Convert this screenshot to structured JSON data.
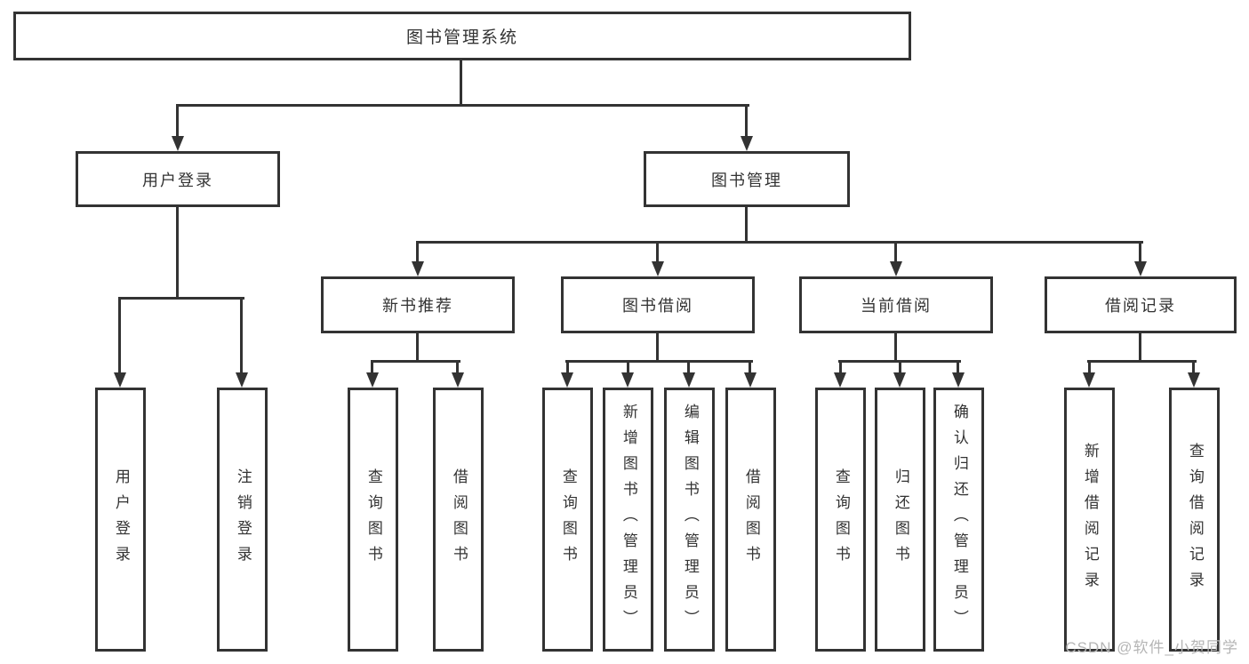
{
  "diagram": {
    "root": {
      "label": "图书管理系统"
    },
    "level2": [
      {
        "label": "用户登录"
      },
      {
        "label": "图书管理"
      }
    ],
    "level3": [
      {
        "label": "新书推荐"
      },
      {
        "label": "图书借阅"
      },
      {
        "label": "当前借阅"
      },
      {
        "label": "借阅记录"
      }
    ],
    "leaves": {
      "login": [
        "用户登录",
        "注销登录"
      ],
      "newbook": [
        "查询图书",
        "借阅图书"
      ],
      "borrow": [
        "查询图书",
        "新增图书（管理员）",
        "编辑图书（管理员）",
        "借阅图书"
      ],
      "current": [
        "查询图书",
        "归还图书",
        "确认归还（管理员）"
      ],
      "records": [
        "新增借阅记录",
        "查询借阅记录"
      ]
    }
  },
  "watermark": {
    "text": "CSDN @软件_小贺同学"
  },
  "colors": {
    "line": "#333333",
    "text": "#333333",
    "watermark": "#b5b5b5",
    "background": "#ffffff"
  }
}
